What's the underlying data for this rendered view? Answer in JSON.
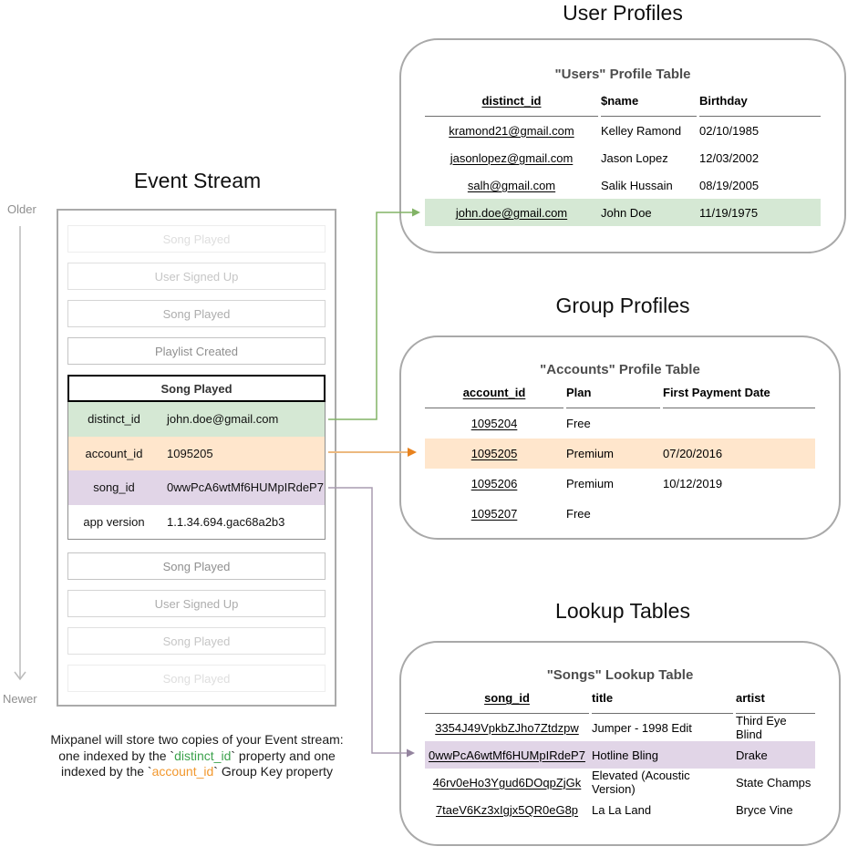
{
  "colors": {
    "green_bg": "#d5e8d4",
    "orange_bg": "#ffe6cc",
    "purple_bg": "#e1d5e7",
    "green_arrow": "#82b366",
    "orange_arrow_line": "#ecb97f",
    "orange_arrow_head": "#e8821e",
    "purple_arrow_line": "#a89bb0",
    "purple_arrow_head": "#94849f",
    "caption_green": "#3ca24c",
    "caption_orange": "#f2982e"
  },
  "event_stream": {
    "title": "Event Stream",
    "older_label": "Older",
    "newer_label": "Newer",
    "events_before": [
      {
        "label": "Song Played"
      },
      {
        "label": "User Signed Up"
      },
      {
        "label": "Song Played"
      },
      {
        "label": "Playlist Created"
      }
    ],
    "detail_event": {
      "title": "Song Played",
      "rows": [
        {
          "key": "distinct_id",
          "value": "john.doe@gmail.com"
        },
        {
          "key": "account_id",
          "value": "1095205"
        },
        {
          "key": "song_id",
          "value": "0wwPcA6wtMf6HUMpIRdeP7"
        },
        {
          "key": "app version",
          "value": "1.1.34.694.gac68a2b3"
        }
      ]
    },
    "events_after": [
      {
        "label": "Song Played"
      },
      {
        "label": "User Signed Up"
      },
      {
        "label": "Song Played"
      },
      {
        "label": "Song Played"
      }
    ]
  },
  "caption": {
    "lines": [
      {
        "segments": [
          {
            "text": "Mixpanel will store two copies of your Event stream:"
          }
        ]
      },
      {
        "segments": [
          {
            "text": "one indexed by the `"
          },
          {
            "text": "distinct_id",
            "color": "green"
          },
          {
            "text": "` property and one"
          }
        ]
      },
      {
        "segments": [
          {
            "text": "indexed by the `"
          },
          {
            "text": "account_id",
            "color": "orange"
          },
          {
            "text": "` Group Key property"
          }
        ]
      }
    ]
  },
  "user_profiles": {
    "section_title": "User Profiles",
    "heading": "\"Users\" Profile Table",
    "columns": [
      "distinct_id",
      "$name",
      "Birthday"
    ],
    "rows": [
      [
        "kramond21@gmail.com",
        "Kelley Ramond",
        "02/10/1985"
      ],
      [
        "jasonlopez@gmail.com",
        "Jason Lopez",
        "12/03/2002"
      ],
      [
        "salh@gmail.com",
        "Salik Hussain",
        "08/19/2005"
      ],
      [
        "john.doe@gmail.com",
        "John Doe",
        "11/19/1975"
      ]
    ],
    "highlighted_row": 3
  },
  "group_profiles": {
    "section_title": "Group Profiles",
    "heading": "\"Accounts\" Profile Table",
    "columns": [
      "account_id",
      "Plan",
      "First Payment Date"
    ],
    "rows": [
      [
        "1095204",
        "Free",
        ""
      ],
      [
        "1095205",
        "Premium",
        "07/20/2016"
      ],
      [
        "1095206",
        "Premium",
        "10/12/2019"
      ],
      [
        "1095207",
        "Free",
        ""
      ]
    ],
    "highlighted_row": 1
  },
  "lookup_tables": {
    "section_title": "Lookup Tables",
    "heading": "\"Songs\" Lookup Table",
    "columns": [
      "song_id",
      "title",
      "artist"
    ],
    "rows": [
      [
        "3354J49VpkbZJho7Ztdzpw",
        "Jumper - 1998 Edit",
        "Third Eye Blind"
      ],
      [
        "0wwPcA6wtMf6HUMpIRdeP7",
        "Hotline Bling",
        "Drake"
      ],
      [
        "46rv0eHo3Ygud6DOqpZjGk",
        "Elevated (Acoustic Version)",
        "State Champs"
      ],
      [
        "7taeV6Kz3xIgjx5QR0eG8p",
        "La La Land",
        "Bryce Vine"
      ]
    ],
    "highlighted_row": 1
  }
}
